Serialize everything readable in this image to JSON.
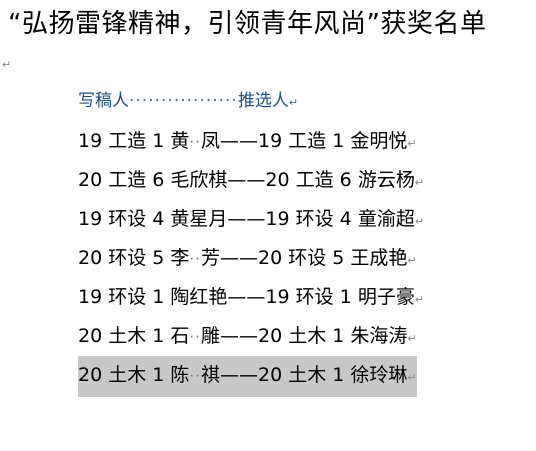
{
  "title": "“弘扬雷锋精神，引领青年风尚”获奖名单",
  "paragraph_mark": "↵",
  "header": {
    "writer_label": "写稿人",
    "leader": "·················",
    "recommender_label": "推选人"
  },
  "award_rows": [
    {
      "writer_class": "19 工造 1",
      "writer_name_a": "黄",
      "writer_gap": "··",
      "writer_name_b": "凤",
      "separator": "——",
      "recommender_class": "19 工造 1",
      "recommender_name": "金明悦",
      "highlighted": false
    },
    {
      "writer_class": "20 工造 6",
      "writer_name_a": "毛欣棋",
      "writer_gap": "",
      "writer_name_b": "",
      "separator": "——",
      "recommender_class": "20 工造 6",
      "recommender_name": "游云杨",
      "highlighted": false
    },
    {
      "writer_class": "19 环设 4",
      "writer_name_a": "黄星月",
      "writer_gap": "",
      "writer_name_b": "",
      "separator": "——",
      "recommender_class": "19 环设 4",
      "recommender_name": "童渝超",
      "highlighted": false
    },
    {
      "writer_class": "20 环设 5",
      "writer_name_a": "李",
      "writer_gap": "··",
      "writer_name_b": "芳",
      "separator": "——",
      "recommender_class": "20 环设 5",
      "recommender_name": "王成艳",
      "highlighted": false
    },
    {
      "writer_class": "19 环设 1",
      "writer_name_a": "陶红艳",
      "writer_gap": "",
      "writer_name_b": "",
      "separator": "——",
      "recommender_class": "19 环设 1",
      "recommender_name": "明子豪",
      "highlighted": false
    },
    {
      "writer_class": "20 土木 1",
      "writer_name_a": "石",
      "writer_gap": "··",
      "writer_name_b": "雕",
      "separator": "——",
      "recommender_class": "20 土木 1",
      "recommender_name": "朱海涛",
      "highlighted": false
    },
    {
      "writer_class": "20 土木 1",
      "writer_name_a": "陈",
      "writer_gap": "··",
      "writer_name_b": "祺",
      "separator": "——",
      "recommender_class": "20 土木 1",
      "recommender_name": "徐玲琳",
      "highlighted": true
    }
  ]
}
